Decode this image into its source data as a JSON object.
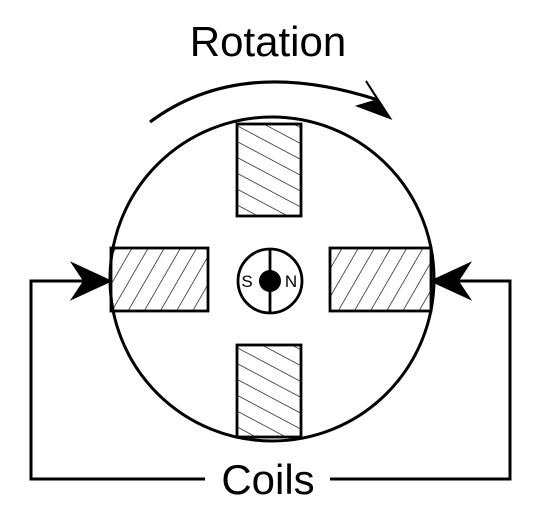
{
  "labels": {
    "rotation": "Rotation",
    "coils": "Coils",
    "pole_south": "S",
    "pole_north": "N"
  },
  "colors": {
    "stroke": "#000000",
    "background": "#ffffff"
  },
  "icons": {
    "rotation_arrow": "curved-arrow-icon",
    "left_coil_arrow": "arrow-right-icon",
    "right_coil_arrow": "arrow-left-icon"
  }
}
